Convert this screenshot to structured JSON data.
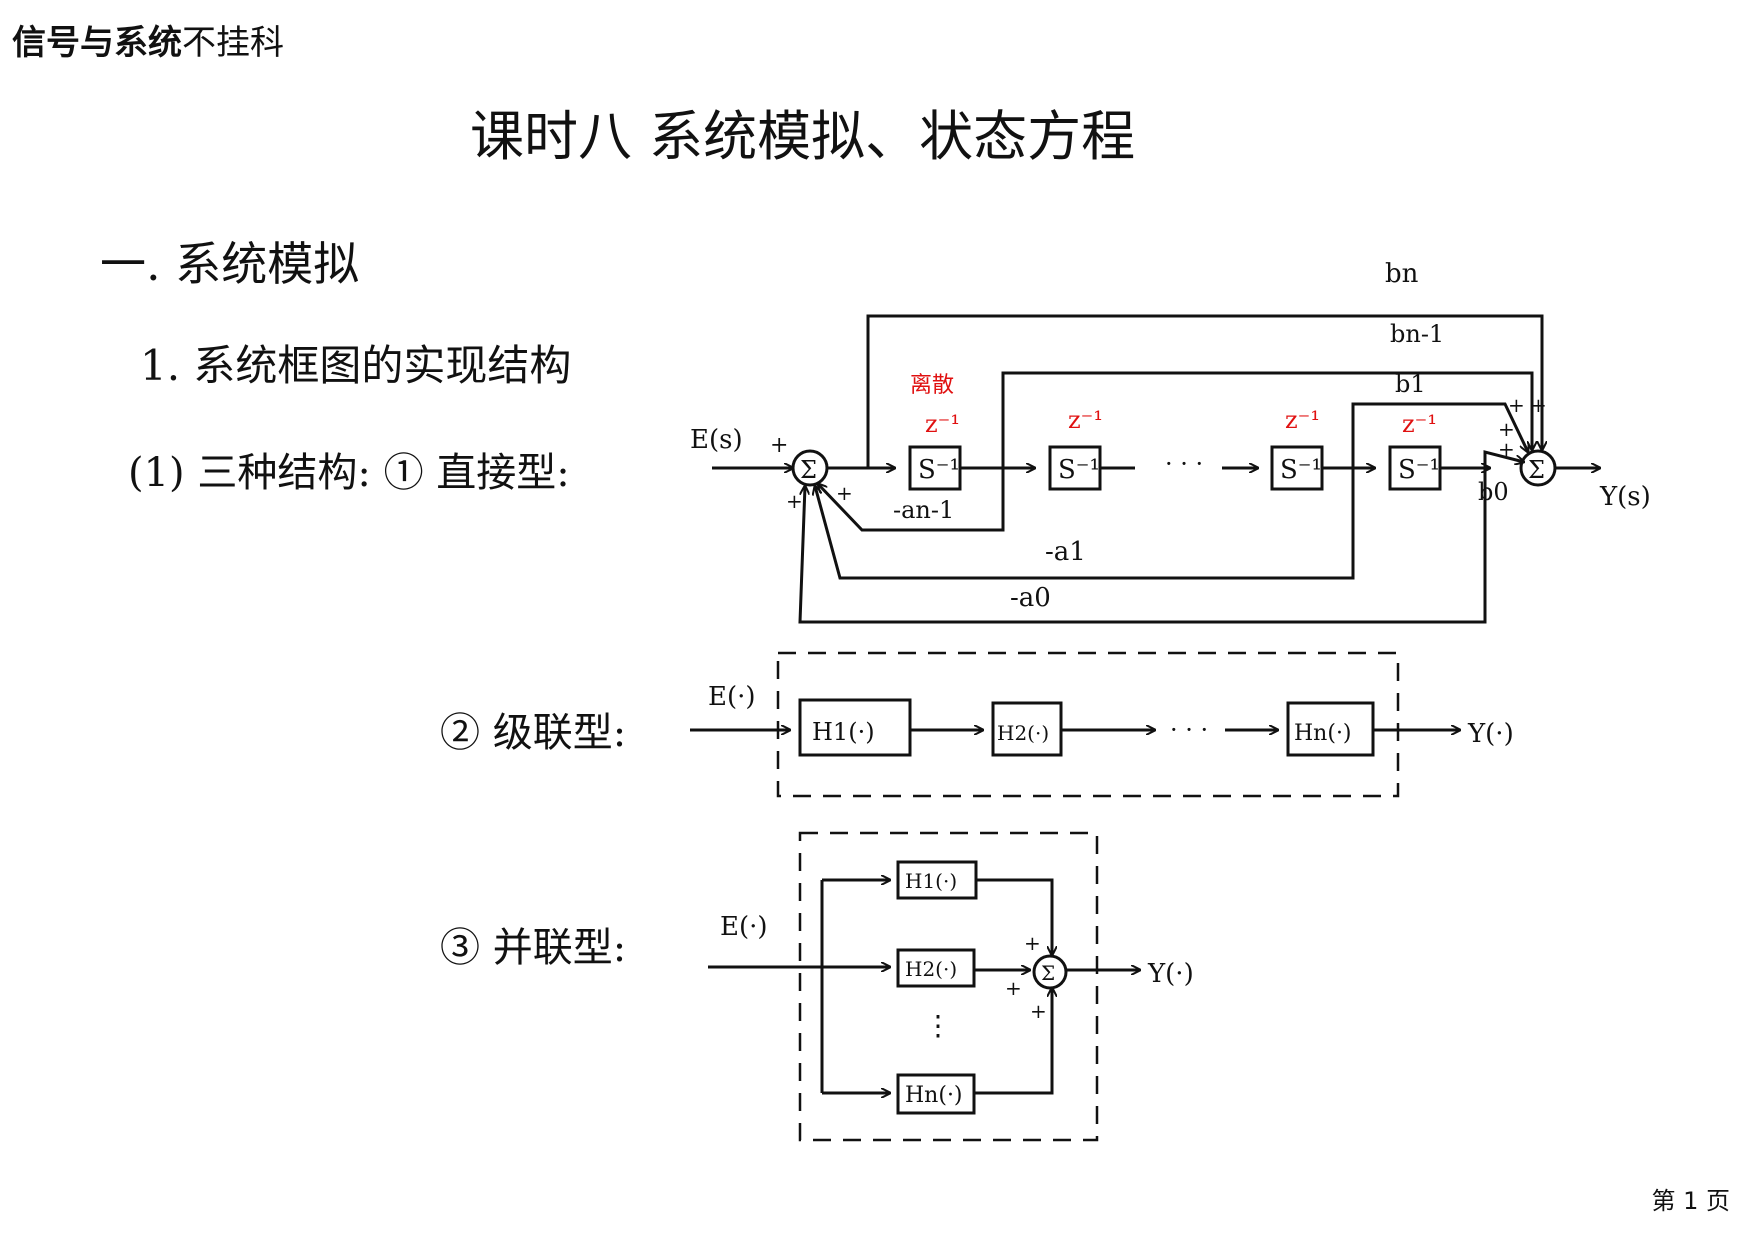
{
  "header": {
    "bold_part": "信号与系统",
    "light_part": "不挂科"
  },
  "title": "课时八  系统模拟、状态方程",
  "section": "一. 系统模拟",
  "subsection": "1. 系统框图的实现结构",
  "items": {
    "direct": "(1) 三种结构: ① 直接型:",
    "cascade": "② 级联型:",
    "parallel": "③ 并联型:"
  },
  "direct_form": {
    "input": "E(s)",
    "output": "Y(s)",
    "sum_symbol": "Σ",
    "integrator": "S⁻¹",
    "z_label": "z⁻¹",
    "note": "离散",
    "dots": "· · ·",
    "feedforward": [
      "bn",
      "bn-1",
      "b1",
      "b0"
    ],
    "feedback": [
      "-an-1",
      "-a1",
      "-a0"
    ],
    "plus": "+"
  },
  "cascade_form": {
    "input": "E(·)",
    "output": "Y(·)",
    "blocks": [
      "H1(·)",
      "H2(·)",
      "Hn(·)"
    ],
    "dots": "· · ·"
  },
  "parallel_form": {
    "input": "E(·)",
    "output": "Y(·)",
    "blocks": [
      "H1(·)",
      "H2(·)",
      "Hn(·)"
    ],
    "dots": "⋮",
    "sum_symbol": "Σ",
    "plus": "+"
  },
  "footer": {
    "page": "第 1 页"
  }
}
